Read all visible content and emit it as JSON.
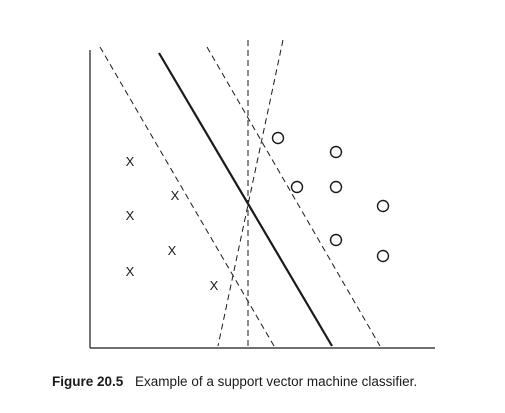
{
  "figure": {
    "caption_label": "Figure 20.5",
    "caption_text": "Example of a support vector machine classifier.",
    "class_a_marker": "X",
    "class_b_marker": "O"
  },
  "colors": {
    "ink": "#1a1a1a",
    "background": "#ffffff"
  }
}
